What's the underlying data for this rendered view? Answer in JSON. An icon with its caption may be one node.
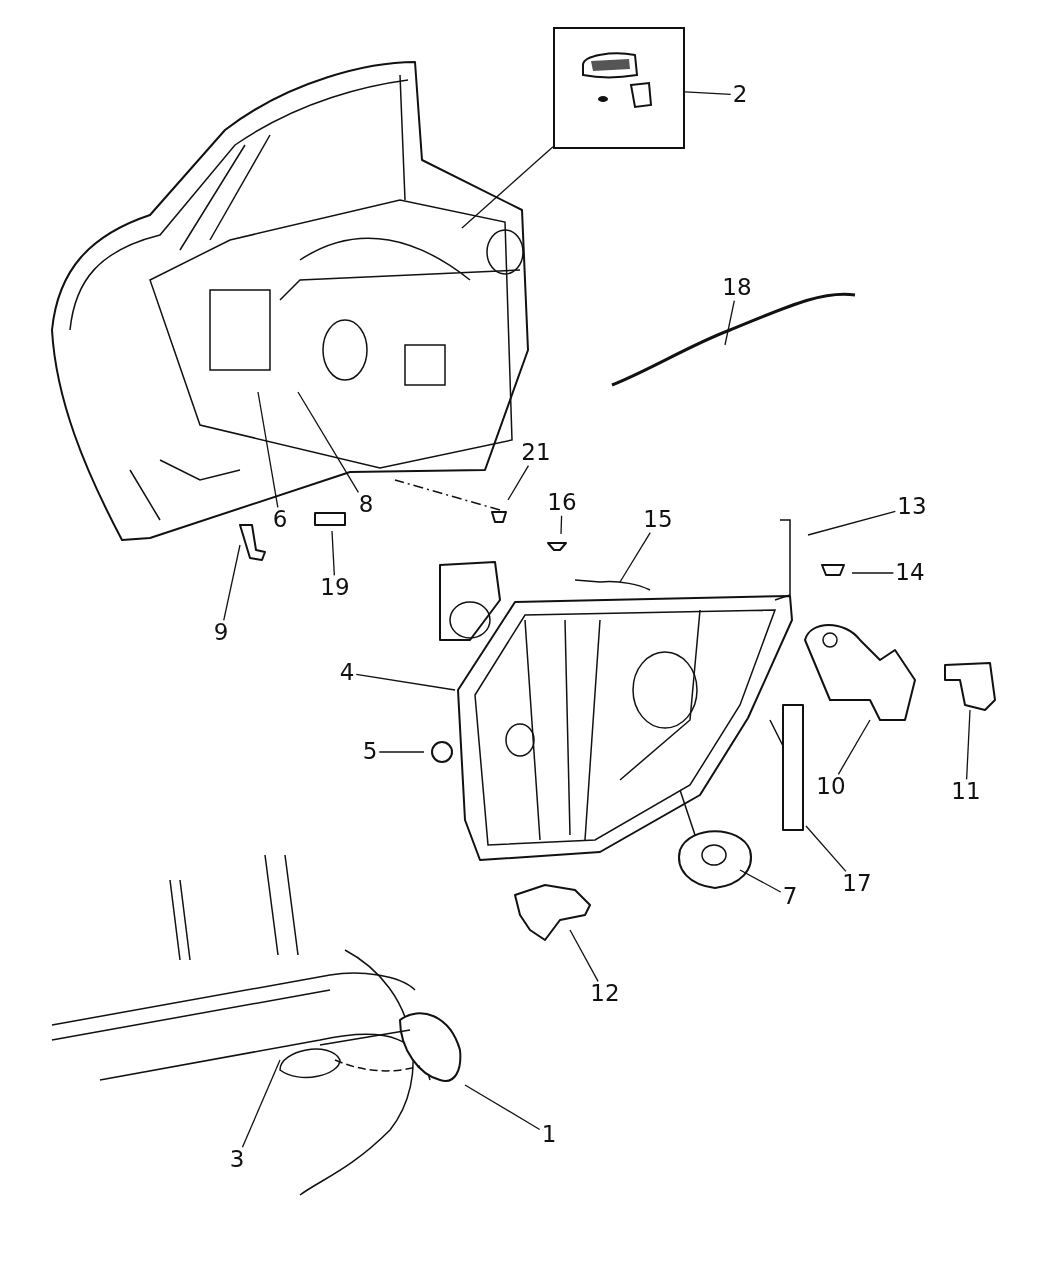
{
  "diagram": {
    "nodes": [
      {
        "text": [],
        "shape": "box"
      },
      {
        "text": [
          "2"
        ]
      },
      {
        "text": [
          "18"
        ]
      },
      {
        "text": [
          "21"
        ]
      },
      {
        "text": [
          "16"
        ]
      },
      {
        "text": [
          "13"
        ]
      },
      {
        "text": [
          "8"
        ]
      },
      {
        "text": [
          "6"
        ]
      },
      {
        "text": [
          "15"
        ]
      },
      {
        "text": [
          "14"
        ]
      },
      {
        "text": [
          "19"
        ]
      },
      {
        "text": [
          "9"
        ]
      },
      {
        "text": [
          "4"
        ]
      },
      {
        "text": [
          "5"
        ]
      },
      {
        "text": [
          "10"
        ]
      },
      {
        "text": [
          "11"
        ]
      },
      {
        "text": [
          "17"
        ]
      },
      {
        "text": [
          "7"
        ]
      },
      {
        "text": [
          "12"
        ]
      },
      {
        "text": [
          "1"
        ]
      },
      {
        "text": [
          "3"
        ]
      }
    ],
    "edges": [
      {
        "from": 1,
        "to": 0,
        "arrow": "none"
      },
      {
        "from": 0,
        "to": null,
        "arrow": "none"
      },
      {
        "from": 2,
        "to": null,
        "arrow": "none"
      },
      {
        "from": 3,
        "to": null,
        "arrow": "none"
      },
      {
        "from": 4,
        "to": null,
        "arrow": "none"
      },
      {
        "from": 5,
        "to": null,
        "arrow": "none"
      },
      {
        "from": 6,
        "to": null,
        "arrow": "none"
      },
      {
        "from": 7,
        "to": null,
        "arrow": "none"
      },
      {
        "from": 8,
        "to": null,
        "arrow": "none"
      },
      {
        "from": 9,
        "to": null,
        "arrow": "none"
      },
      {
        "from": 10,
        "to": null,
        "arrow": "none"
      },
      {
        "from": 11,
        "to": null,
        "arrow": "none"
      },
      {
        "from": 12,
        "to": null,
        "arrow": "none"
      },
      {
        "from": 13,
        "to": null,
        "arrow": "none"
      },
      {
        "from": 14,
        "to": null,
        "arrow": "none"
      },
      {
        "from": 15,
        "to": null,
        "arrow": "none"
      },
      {
        "from": 16,
        "to": null,
        "arrow": "none"
      },
      {
        "from": 17,
        "to": null,
        "arrow": "none"
      },
      {
        "from": 18,
        "to": null,
        "arrow": "none"
      },
      {
        "from": 19,
        "to": null,
        "arrow": "none"
      },
      {
        "from": 20,
        "to": null,
        "arrow": "none"
      }
    ]
  }
}
